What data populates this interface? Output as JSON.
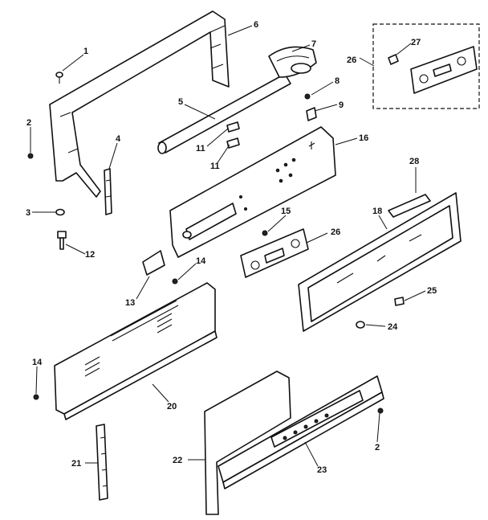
{
  "callouts": [
    {
      "id": "c1",
      "text": "1"
    },
    {
      "id": "c2a",
      "text": "2"
    },
    {
      "id": "c3",
      "text": "3"
    },
    {
      "id": "c4",
      "text": "4"
    },
    {
      "id": "c5",
      "text": "5"
    },
    {
      "id": "c6",
      "text": "6"
    },
    {
      "id": "c7",
      "text": "7"
    },
    {
      "id": "c8",
      "text": "8"
    },
    {
      "id": "c9",
      "text": "9"
    },
    {
      "id": "c11a",
      "text": "11"
    },
    {
      "id": "c11b",
      "text": "11"
    },
    {
      "id": "c12",
      "text": "12"
    },
    {
      "id": "c13",
      "text": "13"
    },
    {
      "id": "c14a",
      "text": "14"
    },
    {
      "id": "c14b",
      "text": "14"
    },
    {
      "id": "c15",
      "text": "15"
    },
    {
      "id": "c16",
      "text": "16"
    },
    {
      "id": "c18",
      "text": "18"
    },
    {
      "id": "c20",
      "text": "20"
    },
    {
      "id": "c21",
      "text": "21"
    },
    {
      "id": "c22",
      "text": "22"
    },
    {
      "id": "c23",
      "text": "23"
    },
    {
      "id": "c2b",
      "text": "2"
    },
    {
      "id": "c24",
      "text": "24"
    },
    {
      "id": "c25",
      "text": "25"
    },
    {
      "id": "c26a",
      "text": "26"
    },
    {
      "id": "c26b",
      "text": "26"
    },
    {
      "id": "c27",
      "text": "27"
    },
    {
      "id": "c28",
      "text": "28"
    }
  ]
}
